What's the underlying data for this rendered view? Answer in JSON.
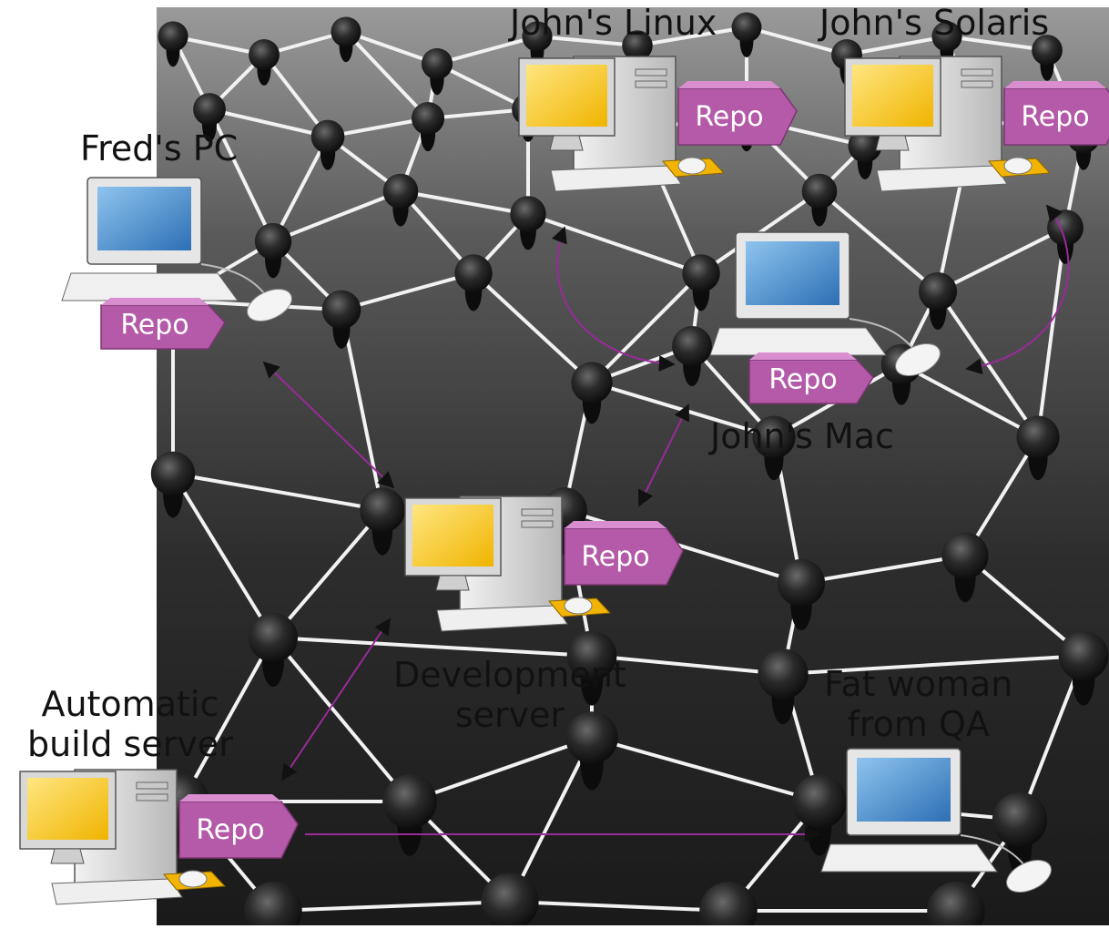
{
  "title": "",
  "nodes": {
    "johns_linux": {
      "name": "John's Linux",
      "repo": "Repo",
      "kind": "desktop"
    },
    "johns_solaris": {
      "name": "John's Solaris",
      "repo": "Repo",
      "kind": "desktop"
    },
    "freds_pc": {
      "name": "Fred's PC",
      "repo": "Repo",
      "kind": "laptop"
    },
    "johns_mac": {
      "name": "John's Mac",
      "repo": "Repo",
      "kind": "laptop"
    },
    "development_server": {
      "name_lines": [
        "Development",
        "server"
      ],
      "repo": "Repo",
      "kind": "desktop"
    },
    "automatic_build_server": {
      "name_lines": [
        "Automatic",
        "build server"
      ],
      "repo": "Repo",
      "kind": "desktop"
    },
    "fat_woman_from_qa": {
      "name_lines": [
        "Fat woman",
        "from QA"
      ],
      "kind": "laptop"
    }
  },
  "edges": [
    {
      "from": "Fred's PC",
      "to": "Development server",
      "direction": "both"
    },
    {
      "from": "John's Linux",
      "to": "John's Mac",
      "direction": "both"
    },
    {
      "from": "John's Solaris",
      "to": "John's Mac",
      "direction": "both"
    },
    {
      "from": "John's Mac",
      "to": "Development server",
      "direction": "both"
    },
    {
      "from": "Development server",
      "to": "Automatic build server",
      "direction": "both"
    },
    {
      "from": "Automatic build server",
      "to": "Fat woman from QA",
      "direction": "forward"
    }
  ],
  "colors": {
    "arrow": "#9a2a9a",
    "repo_fill": "#b45aa8",
    "repo_top": "#d98fcf",
    "screen_yellow": "#f5c400",
    "screen_blue": "#3f86c9",
    "network_line": "#f2f2f2",
    "network_node": "#1e1e1e"
  },
  "background": {
    "description_icon": "network-mesh-background"
  }
}
